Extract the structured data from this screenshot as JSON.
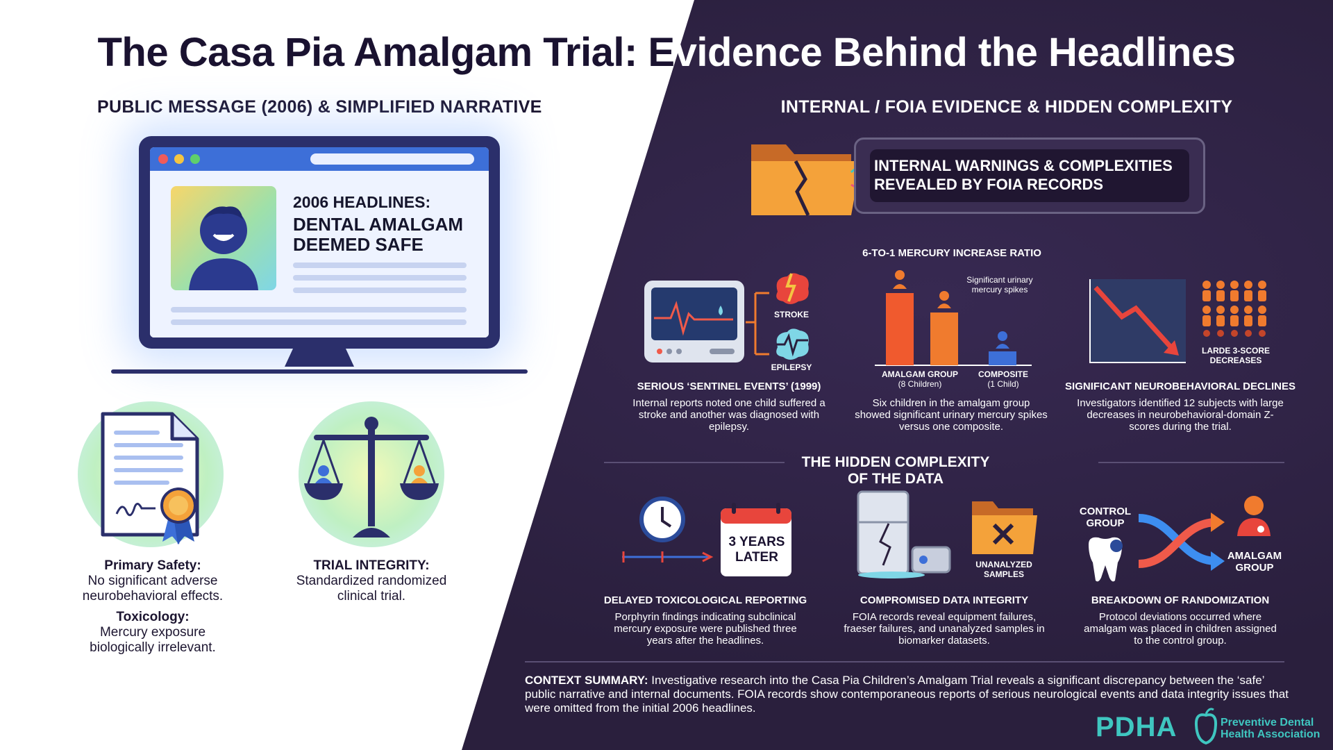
{
  "title": {
    "part1": "The Casa Pia Amalgam Trial: E",
    "part2": "vidence Behind the Headlines"
  },
  "left_section": {
    "heading": "PUBLIC MESSAGE (2006) & SIMPLIFIED NARRATIVE",
    "headline_small": "2006 HEADLINES:",
    "headline_big": "DENTAL AMALGAM DEEMED SAFE",
    "primary_safety_label": "Primary Safety:",
    "primary_safety_text": "No significant adverse neurobehavioral effects.",
    "toxicology_label": "Toxicology:",
    "toxicology_text": "Mercury exposure biologically irrelevant.",
    "trial_label": "TRIAL INTEGRITY:",
    "trial_text": "Standardized randomized clinical trial."
  },
  "right_section": {
    "heading": "INTERNAL / FOIA EVIDENCE & HIDDEN COMPLEXITY",
    "banner": "INTERNAL WARNINGS & COMPLEXITIES REVEALED BY FOIA RECORDS",
    "ratio_label": "6-TO-1 MERCURY INCREASE RATIO",
    "stroke": "STROKE",
    "epilepsy": "EPILEPSY",
    "spikes_note": "Significant urinary mercury spikes",
    "amalgam_group": "AMALGAM GROUP",
    "amalgam_count": "(8 Children)",
    "composite_group": "COMPOSITE",
    "composite_count": "(1 Child)",
    "decreases_label": "LARDE 3-SCORE DECREASES",
    "card1_title": "SERIOUS ‘SENTINEL EVENTS’ (1999)",
    "card1_text": "Internal reports noted one child suffered a stroke and another was diagnosed with epilepsy.",
    "card2_text": "Six children in the amalgam group showed significant urinary mercury spikes versus one composite.",
    "card3_title": "SIGNIFICANT NEUROBEHAVIORAL DECLINES",
    "card3_text": "Investigators identified 12 subjects with large decreases in neurobehavioral-domain Z-scores during the trial.",
    "hidden_heading": "THE HIDDEN COMPLEXITY OF THE DATA",
    "years_later": "3 YEARS LATER",
    "unanalyzed": "UNANALYZED SAMPLES",
    "control_group": "CONTROL GROUP",
    "amalgam_group2": "AMALGAM GROUP",
    "card4_title": "DELAYED TOXICOLOGICAL REPORTING",
    "card4_text": "Porphyrin findings indicating subclinical mercury exposure were published three years after the headlines.",
    "card5_title": "COMPROMISED DATA INTEGRITY",
    "card5_text": "FOIA records reveal equipment failures, fraeser failures, and unanalyzed samples in biomarker datasets.",
    "card6_title": "BREAKDOWN OF RANDOMIZATION",
    "card6_text": "Protocol deviations occurred where amalgam was placed in children assigned to the control group."
  },
  "summary": {
    "label": "CONTEXT SUMMARY:",
    "text": " Investigative research into the Casa Pia Children’s Amalgam Trial reveals a significant discrepancy between the ‘safe’ public narrative and internal documents. FOIA records show contemporaneous reports of serious neurological events and data integrity issues that were omitted from the initial 2006 headlines."
  },
  "logo": {
    "acronym": "PDHA",
    "line1": "Preventive Dental",
    "line2": "Health Association"
  },
  "colors": {
    "dark_bg": "#2a1f3d",
    "accent_teal": "#3fc6c0",
    "browser_blue": "#3d6fd8",
    "alert_orange": "#f07b2e"
  }
}
